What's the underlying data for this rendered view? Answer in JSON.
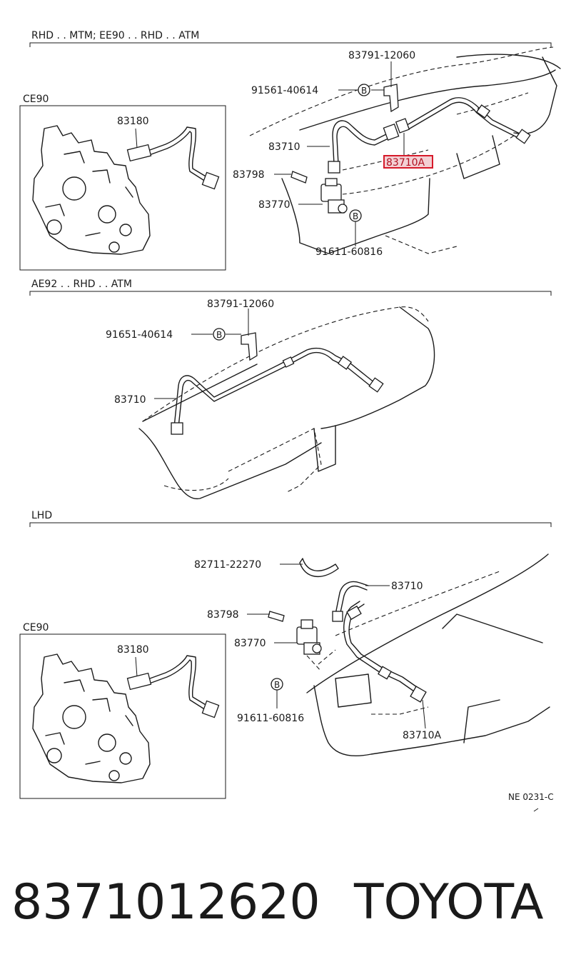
{
  "sections": {
    "top": {
      "header": "RHD . . MTM; EE90 . . RHD . . ATM"
    },
    "middle": {
      "header": "AE92 . . RHD . . ATM"
    },
    "bottom": {
      "header": "LHD"
    }
  },
  "insets": {
    "top": {
      "title": "CE90",
      "label": "83180"
    },
    "bottom": {
      "title": "CE90",
      "label": "83180"
    }
  },
  "callouts": {
    "top": {
      "bracket": "83791-12060",
      "bolt": "91561-40614",
      "cable": "83710",
      "cable_highlighted": "83710A",
      "pin": "83798",
      "sensor": "83770",
      "nut": "91611-60816"
    },
    "middle": {
      "bracket": "83791-12060",
      "bolt": "91651-40614",
      "cable": "83710"
    },
    "bottom": {
      "clamp": "82711-22270",
      "cable": "83710",
      "pin": "83798",
      "sensor": "83770",
      "nut": "91611-60816",
      "cable_a": "83710A"
    }
  },
  "bolt_symbol": "B",
  "figure_code": "NE 0231-C",
  "footer": {
    "part_number": "8371012620",
    "brand": "TOYOTA"
  },
  "highlight_color": "#d61a2a"
}
